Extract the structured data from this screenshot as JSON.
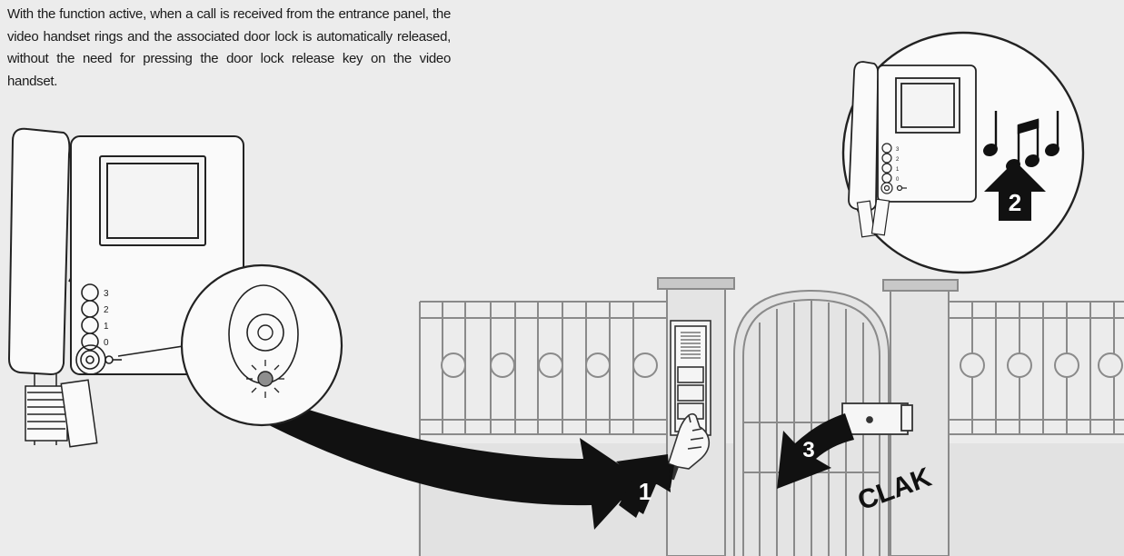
{
  "description": "With the function active, when a call is received from the entrance panel, the video handset rings and the associated door lock is automatically released, without the need for pressing the door lock release key on the video handset.",
  "handset_keys": [
    "3",
    "2",
    "1",
    "0"
  ],
  "steps": [
    "1",
    "2",
    "3"
  ],
  "sound_label": "CLAK",
  "colors": {
    "background": "#ececec",
    "line": "#333333",
    "fence": "#8a8a8a",
    "arrow": "#111111",
    "led": "#8e8e8e"
  }
}
